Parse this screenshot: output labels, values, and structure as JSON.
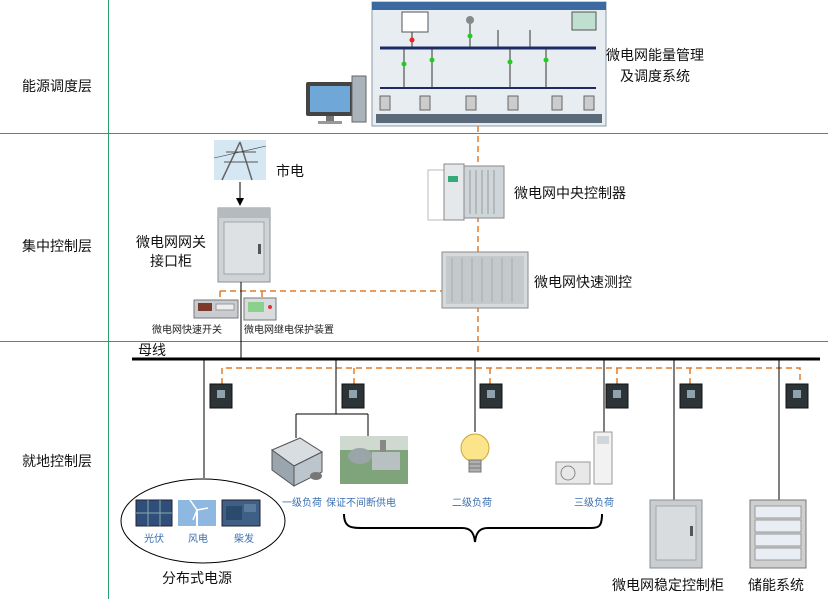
{
  "layers": {
    "energy": "能源调度层",
    "central": "集中控制层",
    "local": "就地控制层"
  },
  "top": {
    "ems_line1": "微电网能量管理",
    "ems_line2": "及调度系统"
  },
  "central": {
    "grid": "市电",
    "cabinet_line1": "微电网网关",
    "cabinet_line2": "接口柜",
    "central_controller": "微电网中央控制器",
    "fast_monitor": "微电网快速测控",
    "fast_switch": "微电网快速开关",
    "relay": "微电网继电保护装置"
  },
  "local": {
    "bus": "母线",
    "load1": "一级负荷",
    "ups": "保证不间断供电",
    "load2": "二级负荷",
    "load3": "三级负荷",
    "pv": "光伏",
    "wind": "风电",
    "diesel": "柴发",
    "distributed": "分布式电源",
    "stab_cabinet": "微电网稳定控制柜",
    "storage": "储能系统"
  },
  "colors": {
    "divider": "#2aa070",
    "dash": "#e07b2a",
    "bus": "#000000",
    "blue_text": "#3a6fb0"
  }
}
